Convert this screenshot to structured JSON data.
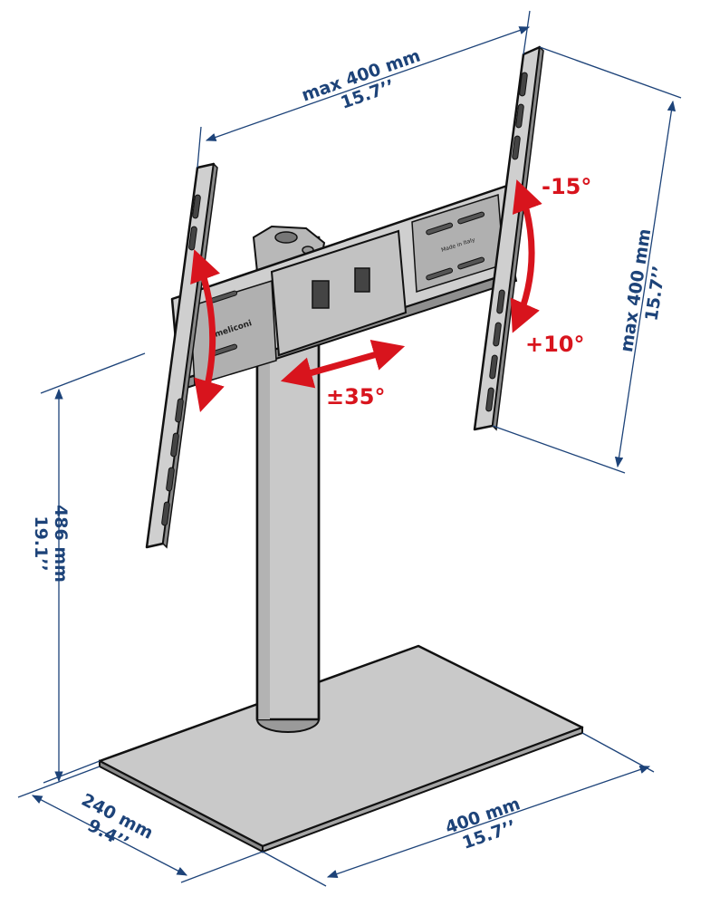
{
  "dimensions": {
    "top_width": {
      "mm": "max 400 mm",
      "inch": "15.7’’"
    },
    "right_height": {
      "mm": "max 400 mm",
      "inch": "15.7’’"
    },
    "column_height": {
      "mm": "486 mm",
      "inch": "19.1’’"
    },
    "base_depth": {
      "mm": "240 mm",
      "inch": "9.4’’"
    },
    "base_width": {
      "mm": "400 mm",
      "inch": "15.7’’"
    }
  },
  "angles": {
    "tilt_up": "-15°",
    "tilt_down": "+10°",
    "swivel": "±35°"
  },
  "markings": {
    "brand": "meliconi",
    "origin": "Made in Italy"
  },
  "colors": {
    "dimension_blue": "#1d4379",
    "arrow_red": "#d8141d",
    "metal_grey": "#c9c9c9",
    "outline": "#111111"
  }
}
